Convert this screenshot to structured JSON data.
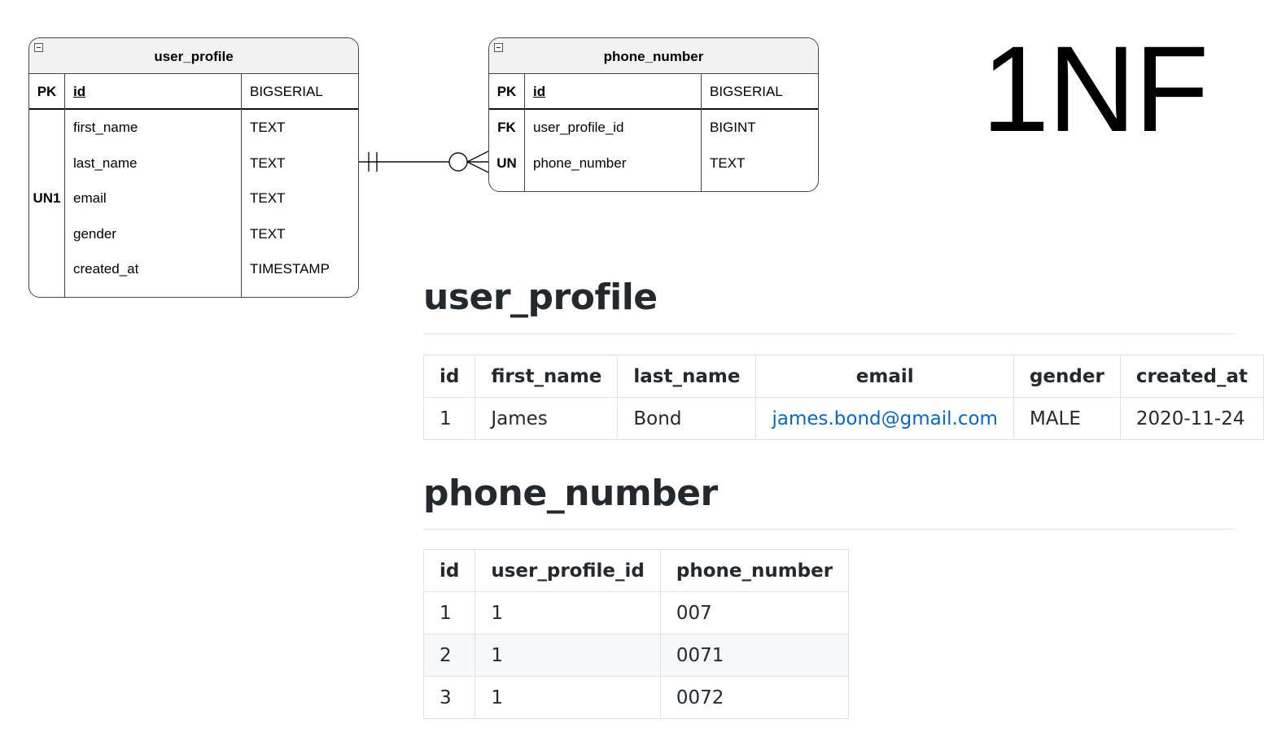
{
  "diagram": {
    "normal_form_label": "1NF",
    "entities": {
      "user_profile": {
        "title": "user_profile",
        "pk": {
          "key": "PK",
          "name": "id",
          "type": "BIGSERIAL"
        },
        "columns": [
          {
            "key": "",
            "name": "first_name",
            "type": "TEXT"
          },
          {
            "key": "",
            "name": "last_name",
            "type": "TEXT"
          },
          {
            "key": "UN1",
            "name": "email",
            "type": "TEXT"
          },
          {
            "key": "",
            "name": "gender",
            "type": "TEXT"
          },
          {
            "key": "",
            "name": "created_at",
            "type": "TIMESTAMP"
          }
        ]
      },
      "phone_number": {
        "title": "phone_number",
        "pk": {
          "key": "PK",
          "name": "id",
          "type": "BIGSERIAL"
        },
        "columns": [
          {
            "key": "FK",
            "name": "user_profile_id",
            "type": "BIGINT"
          },
          {
            "key": "UN",
            "name": "phone_number",
            "type": "TEXT"
          }
        ]
      }
    },
    "relationship": {
      "from": "user_profile",
      "to": "phone_number",
      "from_cardinality": "exactly-one",
      "to_cardinality": "zero-or-many"
    }
  },
  "tables": {
    "user_profile": {
      "heading": "user_profile",
      "headers": [
        "id",
        "first_name",
        "last_name",
        "email",
        "gender",
        "created_at"
      ],
      "rows": [
        [
          "1",
          "James",
          "Bond",
          "james.bond@gmail.com",
          "MALE",
          "2020-11-24"
        ]
      ],
      "link_color": "#0366d6"
    },
    "phone_number": {
      "heading": "phone_number",
      "headers": [
        "id",
        "user_profile_id",
        "phone_number"
      ],
      "rows": [
        [
          "1",
          "1",
          "007"
        ],
        [
          "2",
          "1",
          "0071"
        ],
        [
          "3",
          "1",
          "0072"
        ]
      ]
    }
  }
}
